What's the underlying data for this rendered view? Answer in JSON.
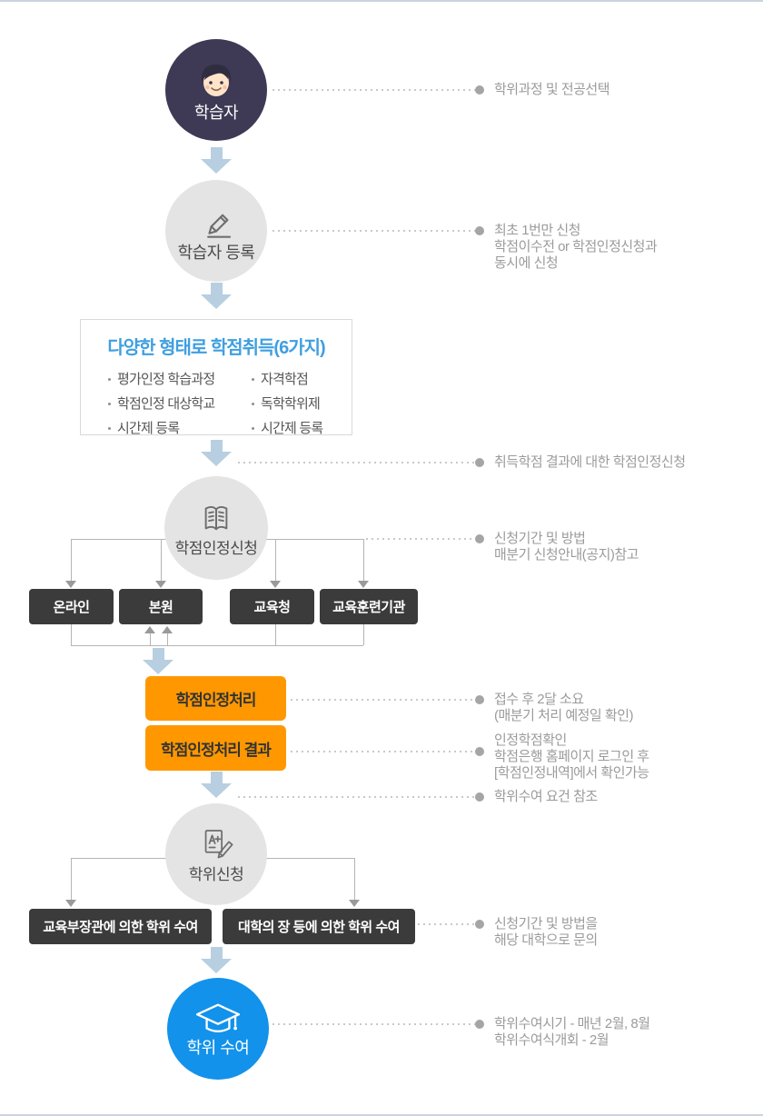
{
  "nodes": {
    "learner": "학습자",
    "register": "학습자 등록",
    "credit_box_title": "다양한 형태로 학점취득(6가지)",
    "credit_box_left": [
      "평가인정 학습과정",
      "학점인정 대상학교",
      "시간제 등록"
    ],
    "credit_box_right": [
      "자격학점",
      "독학학위제",
      "시간제 등록"
    ],
    "credit_apply": "학점인정신청",
    "channels": [
      "온라인",
      "본원",
      "교육청",
      "교육훈련기관"
    ],
    "processing": "학점인정처리",
    "processing_result": "학점인정처리 결과",
    "degree_apply": "학위신청",
    "degree_minister": "교육부장관에 의한 학위 수여",
    "degree_president": "대학의 장 등에 의한 학위 수여",
    "award": "학위 수여"
  },
  "annotations": {
    "a1": {
      "lines": [
        "학위과정 및 전공선택"
      ]
    },
    "a2": {
      "lines": [
        "최초 1번만 신청",
        "학점이수전 or 학점인정신청과",
        "동시에 신청"
      ]
    },
    "a3": {
      "lines": [
        "취득학점 결과에 대한 학점인정신청"
      ]
    },
    "a4": {
      "lines": [
        "신청기간 및 방법",
        "매분기 신청안내(공지)참고"
      ]
    },
    "a5": {
      "lines": [
        "접수 후 2달 소요",
        "(매분기 처리 예정일 확인)"
      ]
    },
    "a6": {
      "lines": [
        "인정학점확인",
        "학점은행 홈페이지 로그인 후",
        "[학점인정내역]에서 확인가능"
      ]
    },
    "a7": {
      "lines": [
        "학위수여 요건 참조"
      ]
    },
    "a8": {
      "lines": [
        "신청기간 및 방법을",
        "해당 대학으로 문의"
      ]
    },
    "a9": {
      "lines": [
        "학위수여시기 - 매년 2월, 8월",
        "학위수여식개회 - 2월"
      ]
    }
  },
  "colors": {
    "navy_circle": "#3e3a55",
    "gray_circle": "#e4e4e4",
    "blue_circle": "#1292ea",
    "dark_box": "#3b3b3b",
    "orange_box": "#ff9800",
    "flow_arrow": "#b7cfe0",
    "accent_blue_title": "#3f9fe0",
    "note_text": "#9b9b9b"
  }
}
